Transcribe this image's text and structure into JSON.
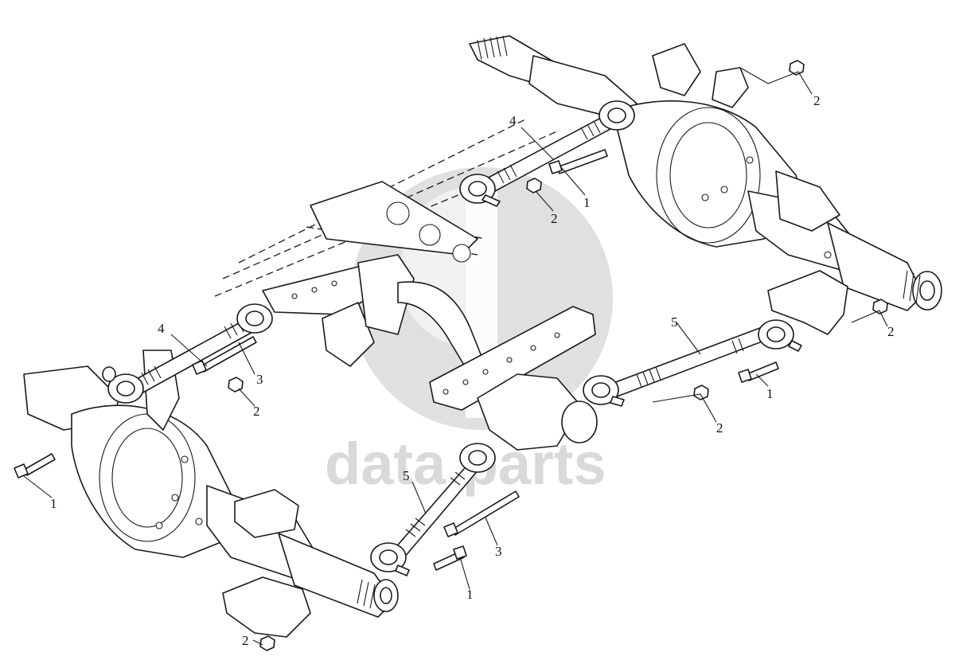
{
  "watermark": {
    "text": "data parts",
    "color": "#cfcfcf"
  },
  "callouts": [
    {
      "id": "c1",
      "text": "4"
    },
    {
      "id": "c2",
      "text": "2"
    },
    {
      "id": "c3",
      "text": "1"
    },
    {
      "id": "c4",
      "text": "2"
    },
    {
      "id": "c5",
      "text": "4"
    },
    {
      "id": "c6",
      "text": "3"
    },
    {
      "id": "c7",
      "text": "2"
    },
    {
      "id": "c8",
      "text": "1"
    },
    {
      "id": "c9",
      "text": "5"
    },
    {
      "id": "c10",
      "text": "2"
    },
    {
      "id": "c11",
      "text": "1"
    },
    {
      "id": "c12",
      "text": "2"
    },
    {
      "id": "c13",
      "text": "5"
    },
    {
      "id": "c14",
      "text": "3"
    },
    {
      "id": "c15",
      "text": "1"
    },
    {
      "id": "c16",
      "text": "2"
    }
  ]
}
